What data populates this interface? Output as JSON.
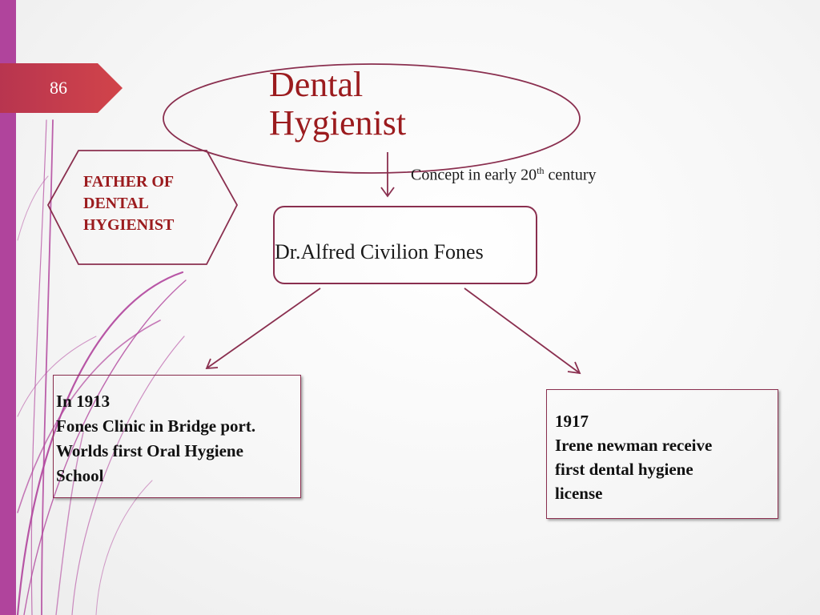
{
  "slide": {
    "page_number": "86",
    "accent_color": "#b0449c",
    "title_color": "#9b1b1e",
    "border_color": "#8a2f4f"
  },
  "title": {
    "line1": "Dental",
    "line2": "Hygienist"
  },
  "concept": {
    "prefix": "Concept in early 20",
    "superscript": "th",
    "suffix": " century"
  },
  "father": {
    "line1": "FATHER OF",
    "line2": "DENTAL",
    "line3": "HYGIENIST"
  },
  "center": {
    "name": "Dr.Alfred Civilion Fones"
  },
  "left_box": {
    "line1": "In 1913",
    "line2": "Fones Clinic in Bridge port.",
    "line3": "Worlds first Oral Hygiene",
    "line4": "School"
  },
  "right_box": {
    "line1": "1917",
    "line2": "Irene newman receive",
    "line3": "first dental hygiene",
    "line4": "license"
  }
}
